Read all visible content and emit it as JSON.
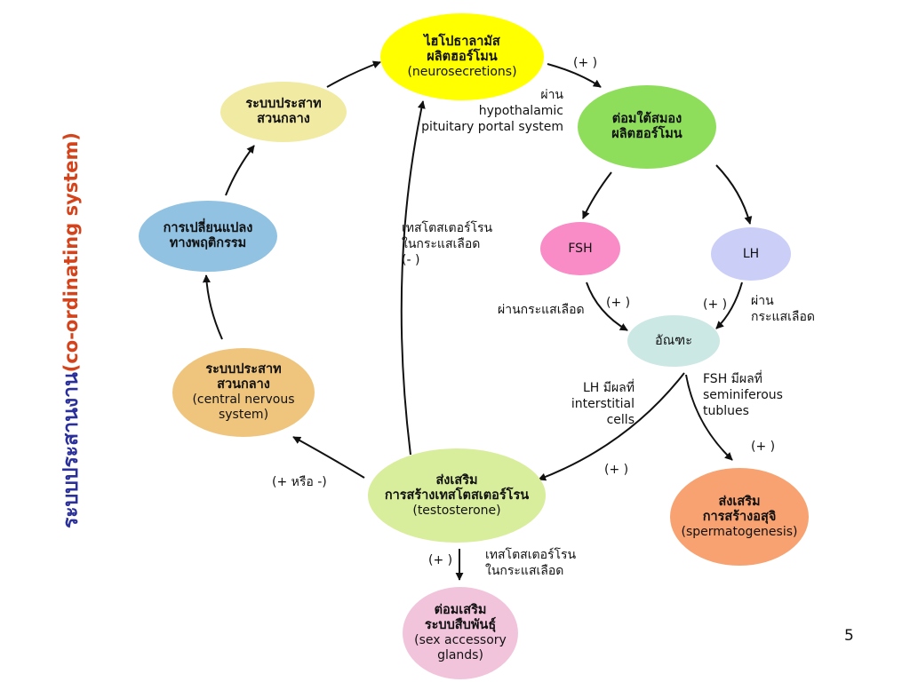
{
  "title": {
    "thai": "ระบบประสานงาน",
    "english": "co-ordinating system",
    "open_paren": "(",
    "close_paren": ")"
  },
  "nodes": {
    "hypothalamus": {
      "line1": "ไฮโปธาลามัส",
      "line2": "ผลิตฮอร์โมน",
      "line3": "(neurosecretions)",
      "color": "#ffff00"
    },
    "pituitary": {
      "line1": "ต่อมใต้สมอง",
      "line2": "ผลิตฮอร์โมน",
      "color": "#8ede5c"
    },
    "fsh": {
      "label": "FSH",
      "color": "#f98bc6"
    },
    "lh": {
      "label": "LH",
      "color": "#cbcef7"
    },
    "testis": {
      "label": "อัณฑะ",
      "color": "#cce8e4"
    },
    "testosterone": {
      "line1": "ส่งเสริม",
      "line2": "การสร้างเทสโตสเตอร์โรน",
      "line3": "(testosterone)",
      "color": "#d9ee9c"
    },
    "spermatogenesis": {
      "line1": "ส่งเสริม",
      "line2": "การสร้างอสุจิ",
      "line3": "(spermatogenesis)",
      "color": "#f7a270"
    },
    "accessory_glands": {
      "line1": "ต่อมเสริม",
      "line2": "ระบบสืบพันธุ์",
      "line3": "(sex accessory",
      "line4": "glands)",
      "color": "#f2c4dc"
    },
    "cns_lower": {
      "line1": "ระบบประสาท",
      "line2": "สวนกลาง",
      "line3": "(central nervous",
      "line4": "system)",
      "color": "#efc57e"
    },
    "behavior": {
      "line1": "การเปลี่ยนแปลง",
      "line2": "ทางพฤติกรรม",
      "color": "#91c2e2"
    },
    "cns_upper": {
      "line1": "ระบบประสาท",
      "line2": "สวนกลาง",
      "color": "#f1eaa2"
    }
  },
  "labels": {
    "hypo_to_pit_sign": "(+ )",
    "portal_1": "ผ่าน",
    "portal_2": "hypothalamic",
    "portal_3": "pituitary portal system",
    "feedback_1": "เทสโตสเตอร์โรน",
    "feedback_2": "ในกระแสเลือด",
    "feedback_3": "(- )",
    "fsh_blood": "ผ่านกระแสเลือด",
    "fsh_sign": "(+ )",
    "lh_sign": "(+ )",
    "lh_blood_1": "ผ่าน",
    "lh_blood_2": "กระแสเลือด",
    "lh_effect_1": "LH มีผลที่",
    "lh_effect_2": "interstitial",
    "lh_effect_3": "cells",
    "lh_effect_sign": "(+ )",
    "fsh_effect_1": "FSH มีผลที่",
    "fsh_effect_2": "seminiferous",
    "fsh_effect_3": "tublues",
    "fsh_effect_sign": "(+ )",
    "to_cns_sign": "(+ หรือ -)",
    "accessory_sign": "(+ )",
    "accessory_1": "เทสโตสเตอร์โรน",
    "accessory_2": "ในกระแสเลือด"
  },
  "page_number": "5"
}
